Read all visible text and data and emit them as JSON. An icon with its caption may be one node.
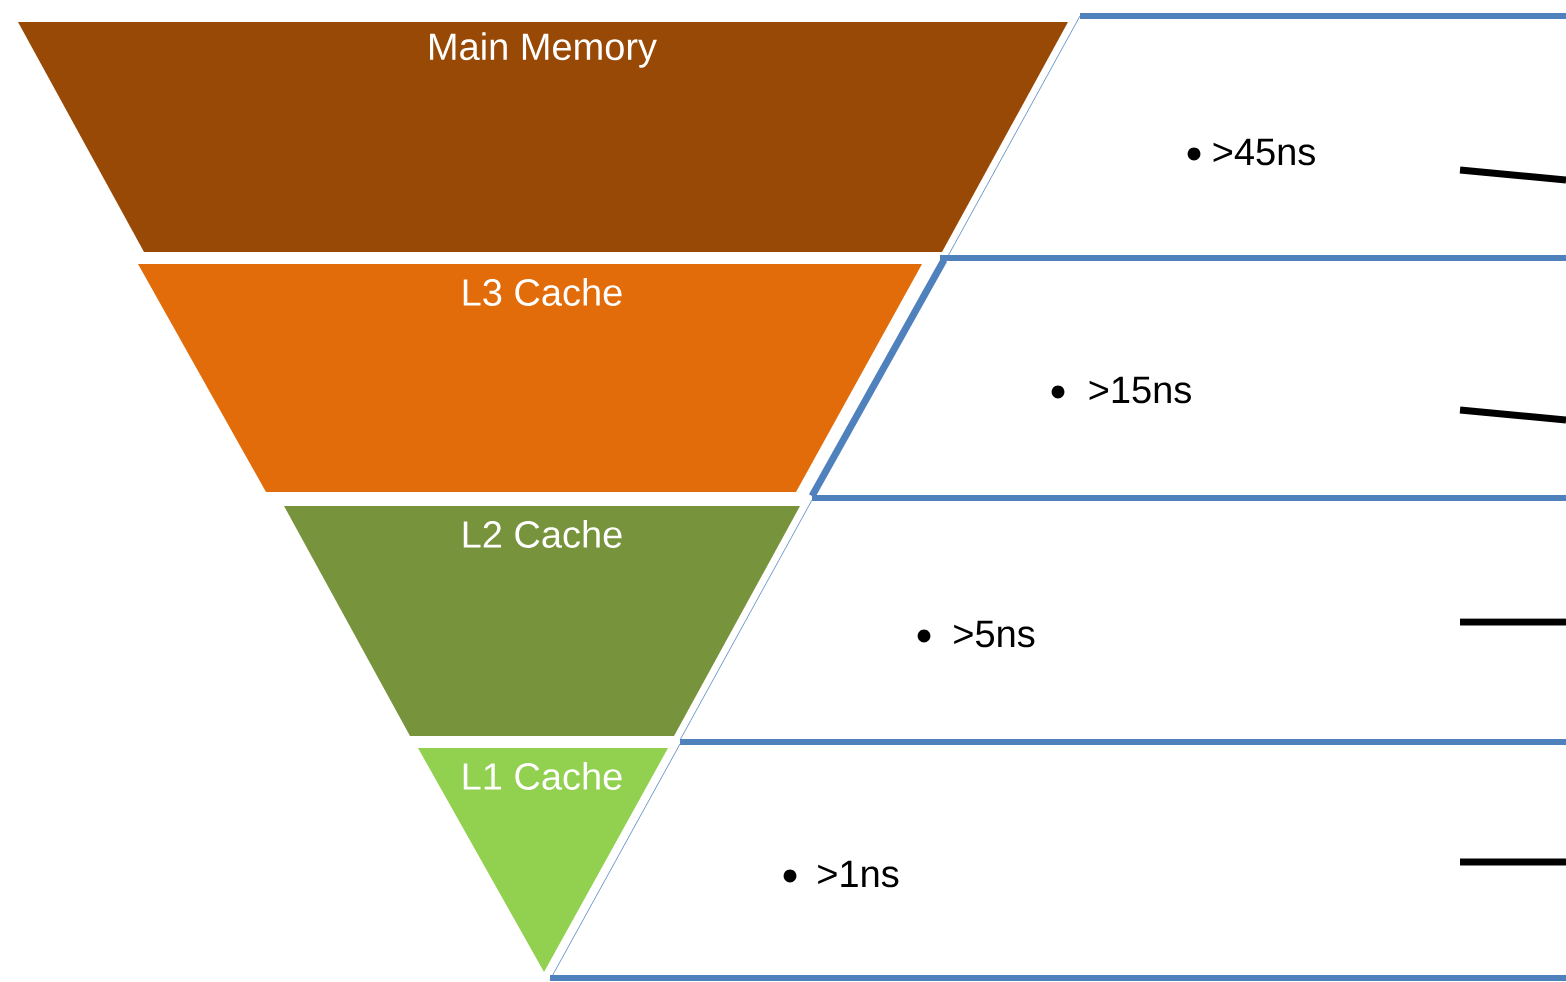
{
  "diagram": {
    "nodes": [
      {
        "text": [
          "Main Memory"
        ]
      },
      {
        "text": [
          "L3 Cache"
        ]
      },
      {
        "text": [
          "L2 Cache"
        ]
      },
      {
        "text": [
          "L1 Cache"
        ]
      },
      {
        "text": [
          ">45ns"
        ]
      },
      {
        "text": [
          ">15ns"
        ]
      },
      {
        "text": [
          ">5ns"
        ]
      },
      {
        "text": [
          ">1ns"
        ]
      }
    ]
  }
}
